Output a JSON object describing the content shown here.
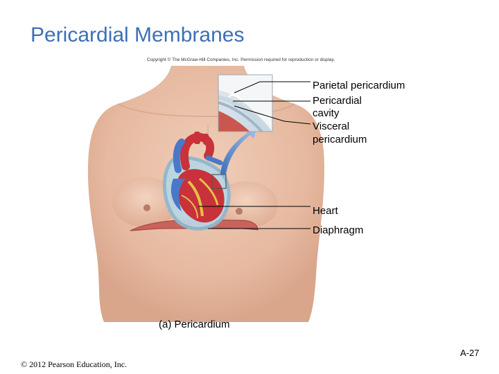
{
  "slide": {
    "title": "Pericardial Membranes",
    "copyright_notice": "Copyright © The McGraw-Hill Companies, Inc. Permission required for reproduction or display.",
    "page_number": "A-27",
    "footer": "© 2012 Pearson Education, Inc."
  },
  "figure": {
    "caption": "(a) Pericardium",
    "labels": {
      "parietal": "Parietal pericardium",
      "cavity_line1": "Pericardial",
      "cavity_line2": "cavity",
      "visceral_line1": "Visceral",
      "visceral_line2": "pericardium",
      "heart": "Heart",
      "diaphragm": "Diaphragm"
    },
    "colors": {
      "title": "#3d6fb6",
      "skin": "#e9bfa7",
      "heart_red": "#c8323a",
      "vein_blue": "#4a78c8",
      "pericardium": "#9fc4d9",
      "diaphragm": "#c9625a"
    }
  }
}
